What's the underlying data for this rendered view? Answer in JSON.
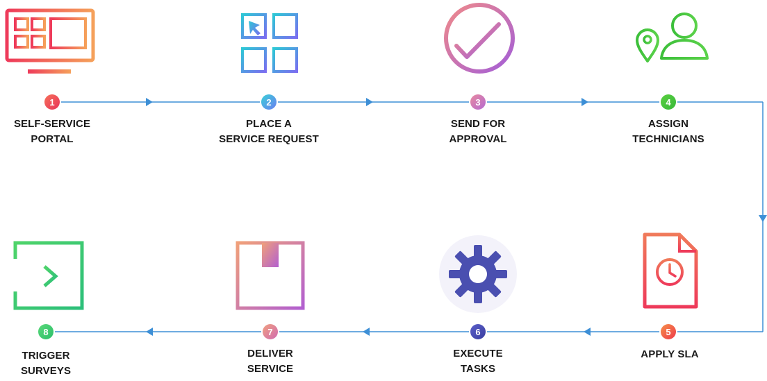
{
  "steps": [
    {
      "number": "1",
      "line1": "SELF-SERVICE",
      "line2": "PORTAL",
      "icon": "monitor-grid-icon",
      "color": "#ef4a5c"
    },
    {
      "number": "2",
      "line1": "PLACE A",
      "line2": "SERVICE REQUEST",
      "icon": "cursor-grid-icon",
      "color": "#3fb4e6"
    },
    {
      "number": "3",
      "line1": "SEND FOR",
      "line2": "APPROVAL",
      "icon": "checkmark-circle-icon",
      "color": "#c86cb0"
    },
    {
      "number": "4",
      "line1": "ASSIGN",
      "line2": "TECHNICIANS",
      "icon": "technician-location-icon",
      "color": "#46c23a"
    },
    {
      "number": "5",
      "line1": "APPLY SLA",
      "line2": "",
      "icon": "document-clock-icon",
      "color": "#f0553c"
    },
    {
      "number": "6",
      "line1": "EXECUTE",
      "line2": "TASKS",
      "icon": "gear-icon",
      "color": "#4a4fb0"
    },
    {
      "number": "7",
      "line1": "DELIVER",
      "line2": "SERVICE",
      "icon": "package-box-icon",
      "color": "#e87a8a"
    },
    {
      "number": "8",
      "line1": "TRIGGER",
      "line2": "SURVEYS",
      "icon": "sign-in-arrow-icon",
      "color": "#3ecb6a"
    }
  ],
  "colors": {
    "connector": "#3d8fd6"
  }
}
